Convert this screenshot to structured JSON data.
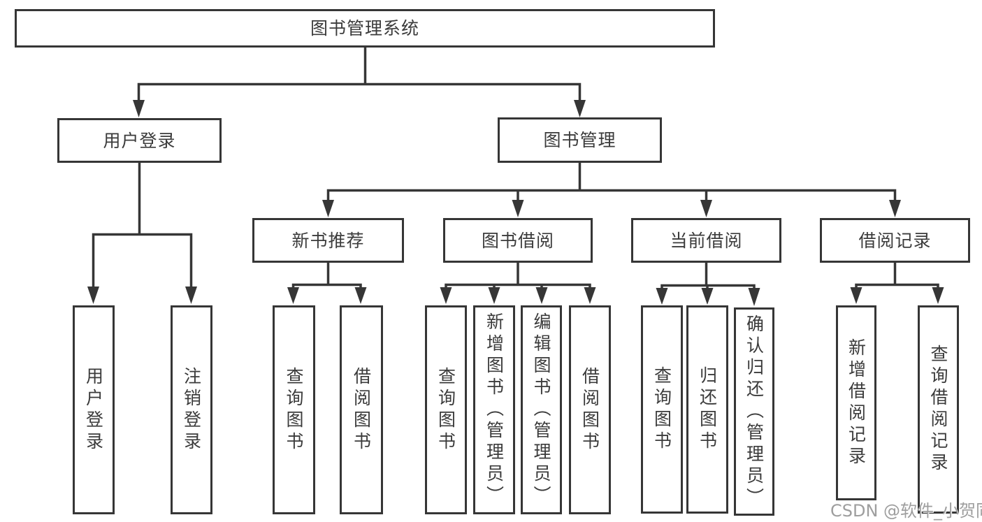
{
  "tree": {
    "root": {
      "label": "图书管理系统"
    },
    "branches": [
      {
        "label": "用户登录",
        "children": [
          {
            "label": "用户登录"
          },
          {
            "label": "注销登录"
          }
        ]
      },
      {
        "label": "图书管理",
        "children": [
          {
            "label": "新书推荐",
            "children": [
              {
                "label": "查询图书"
              },
              {
                "label": "借阅图书"
              }
            ]
          },
          {
            "label": "图书借阅",
            "children": [
              {
                "label": "查询图书"
              },
              {
                "label": "新增图书（管理员）"
              },
              {
                "label": "编辑图书（管理员）"
              },
              {
                "label": "借阅图书"
              }
            ]
          },
          {
            "label": "当前借阅",
            "children": [
              {
                "label": "查询图书"
              },
              {
                "label": "归还图书"
              },
              {
                "label": "确认归还（管理员）"
              }
            ]
          },
          {
            "label": "借阅记录",
            "children": [
              {
                "label": "新增借阅记录"
              },
              {
                "label": "查询借阅记录"
              }
            ]
          }
        ]
      }
    ]
  },
  "watermark": {
    "text": "CSDN @软件_小贺同学"
  },
  "colors": {
    "line": "#363636",
    "text": "#3b3b3b",
    "background": "#ffffff",
    "watermark": "#9e9e9e"
  }
}
